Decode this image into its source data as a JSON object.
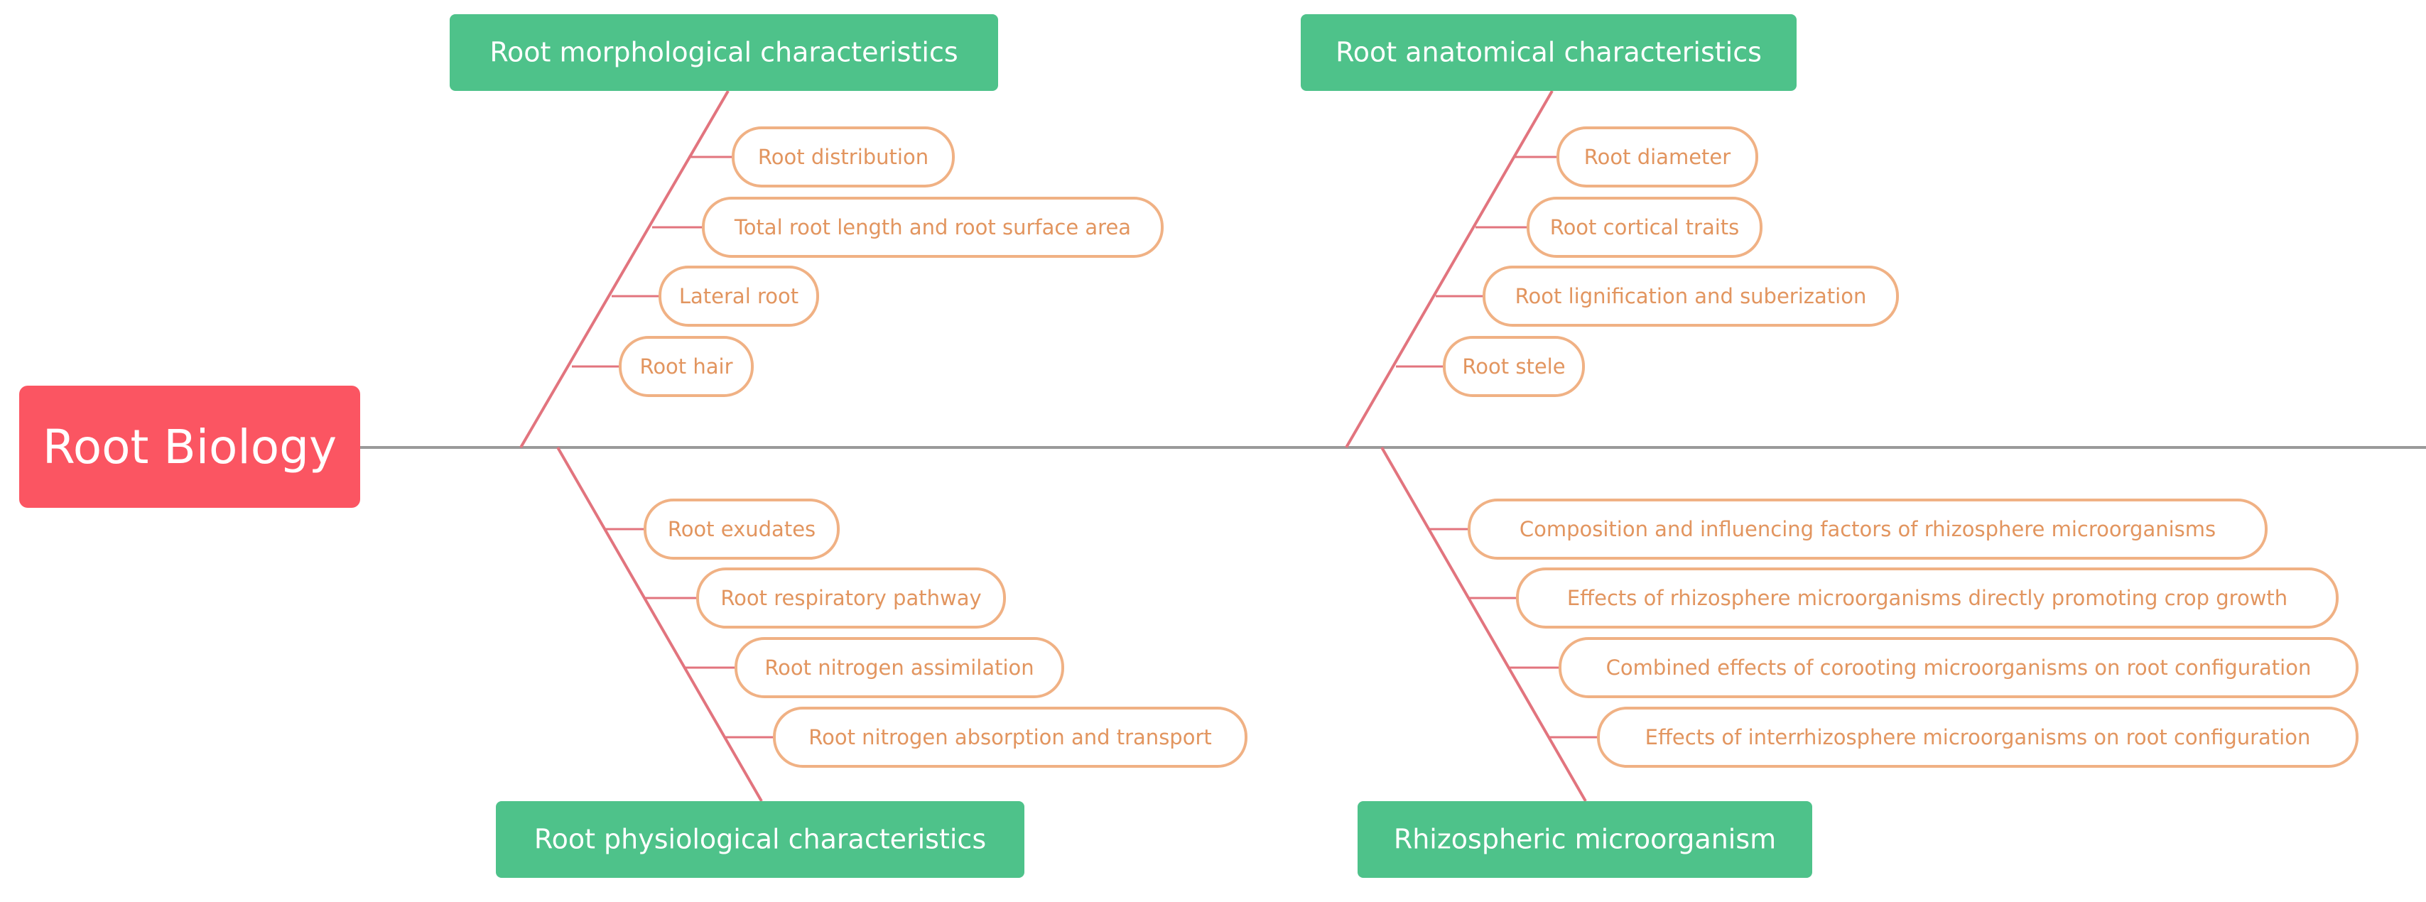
{
  "colors": {
    "root_fill": "#fb5562",
    "category_fill": "#4ec28a",
    "leaf_border": "#f0b184",
    "leaf_text": "#e2955f",
    "bone_line": "#e2747e",
    "spine_line": "#9a9a9a"
  },
  "root": {
    "label": "Root Biology"
  },
  "branches": [
    {
      "label": "Root morphological characteristics",
      "items": [
        "Root distribution",
        "Total root length and root surface area",
        "Lateral root",
        "Root hair"
      ]
    },
    {
      "label": "Root anatomical characteristics",
      "items": [
        "Root diameter",
        "Root cortical traits",
        "Root lignification and suberization",
        "Root stele"
      ]
    },
    {
      "label": "Root physiological characteristics",
      "items": [
        "Root exudates",
        "Root respiratory pathway",
        "Root nitrogen assimilation",
        "Root nitrogen absorption and transport"
      ]
    },
    {
      "label": "Rhizospheric microorganism",
      "items": [
        "Composition and influencing factors of rhizosphere microorganisms",
        "Effects of rhizosphere microorganisms directly promoting crop growth",
        "Combined effects of corooting microorganisms on root configuration",
        "Effects of interrhizosphere microorganisms on root configuration"
      ]
    }
  ]
}
